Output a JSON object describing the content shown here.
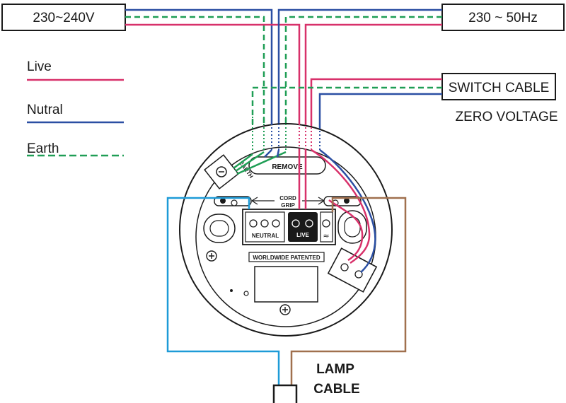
{
  "supply_box": {
    "voltage_label": "230~240V",
    "frequency_label": "230 ~ 50Hz"
  },
  "switch_box": {
    "label": "SWITCH CABLE",
    "note": "ZERO VOLTAGE"
  },
  "legend": {
    "live": {
      "label": "Live",
      "color": "#d8316a"
    },
    "neutral": {
      "label": "Nutral",
      "color": "#2b4fa3"
    },
    "earth": {
      "label": "Earth",
      "color": "#1f9e55"
    }
  },
  "rose": {
    "remove_label": "REMOVE",
    "earth_terminal_label": "EARTH",
    "cord_grip_line1": "CORD",
    "cord_grip_line2": "GRIP",
    "neutral_block_label": "NEUTRAL",
    "live_block_label": "LIVE",
    "patent_label": "WORLDWIDE PATENTED"
  },
  "lamp": {
    "line1": "LAMP",
    "line2": "CABLE",
    "neutral_color": "#1e9bd7",
    "live_color": "#a0704e"
  }
}
